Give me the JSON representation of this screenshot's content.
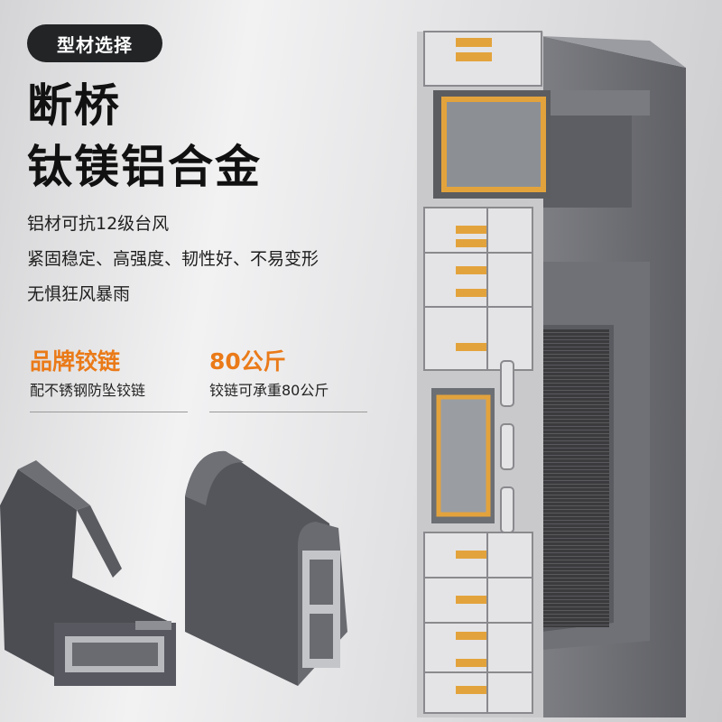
{
  "badge": "型材选择",
  "headline": {
    "line1": "断桥",
    "line2": "钛镁铝合金"
  },
  "description": [
    "铝材可抗12级台风",
    "紧固稳定、高强度、韧性好、不易变形",
    "无惧狂风暴雨"
  ],
  "features": [
    {
      "title": "品牌铰链",
      "subtitle": "配不锈钢防坠铰链"
    },
    {
      "title": "80公斤",
      "subtitle": "铰链可承重80公斤"
    }
  ],
  "colors": {
    "accent": "#ea7a18",
    "badge_bg": "#222426",
    "frame": "#6e6f74",
    "insulation": "#e3a33c"
  }
}
